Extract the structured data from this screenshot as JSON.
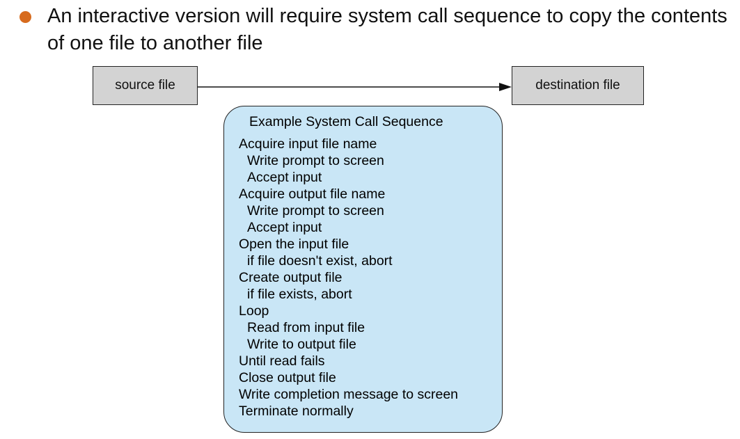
{
  "bullet": {
    "text": "An interactive version will require system call sequence to copy the contents of one file to another file",
    "marker_color": "#d76b1e"
  },
  "diagram": {
    "source_label": "source file",
    "destination_label": "destination  file",
    "box_fill": "#d3d3d3",
    "panel_fill": "#c9e6f6",
    "panel_title": "Example System Call Sequence",
    "steps": [
      {
        "text": "Acquire input file name",
        "indent": false
      },
      {
        "text": "Write prompt to screen",
        "indent": true
      },
      {
        "text": "Accept input",
        "indent": true
      },
      {
        "text": "Acquire output file name",
        "indent": false
      },
      {
        "text": "Write prompt to screen",
        "indent": true
      },
      {
        "text": "Accept input",
        "indent": true
      },
      {
        "text": "Open the input file",
        "indent": false
      },
      {
        "text": "if file doesn't exist, abort",
        "indent": true
      },
      {
        "text": "Create output file",
        "indent": false
      },
      {
        "text": "if file exists, abort",
        "indent": true
      },
      {
        "text": "Loop",
        "indent": false
      },
      {
        "text": "Read from input file",
        "indent": true
      },
      {
        "text": "Write to output file",
        "indent": true
      },
      {
        "text": "Until read fails",
        "indent": false
      },
      {
        "text": "Close output file",
        "indent": false
      },
      {
        "text": "Write completion message to screen",
        "indent": false
      },
      {
        "text": "Terminate normally",
        "indent": false
      }
    ]
  }
}
